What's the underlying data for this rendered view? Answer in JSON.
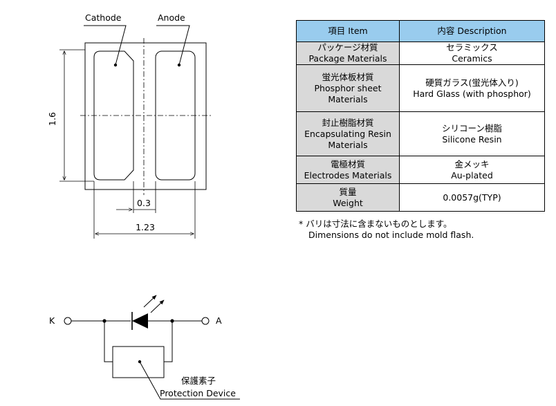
{
  "package_drawing": {
    "labels": {
      "cathode": "Cathode",
      "anode": "Anode"
    },
    "dimensions": {
      "height": "1.6",
      "gap": "0.3",
      "width": "1.23"
    }
  },
  "spec_table": {
    "header": {
      "item": "項目 Item",
      "description": "内容 Description"
    },
    "rows": [
      {
        "item_ja": "パッケージ材質",
        "item_en": "Package Materials",
        "desc_ja": "セラミックス",
        "desc_en": "Ceramics"
      },
      {
        "item_ja": "蛍光体板材質",
        "item_en": "Phosphor sheet",
        "item_en2": "Materials",
        "desc_ja": "硬質ガラス(蛍光体入り)",
        "desc_en": "Hard Glass (with phosphor)"
      },
      {
        "item_ja": "封止樹脂材質",
        "item_en": "Encapsulating Resin",
        "item_en2": "Materials",
        "desc_ja": "シリコーン樹脂",
        "desc_en": "Silicone Resin"
      },
      {
        "item_ja": "電極材質",
        "item_en": "Electrodes Materials",
        "desc_ja": "金メッキ",
        "desc_en": "Au-plated"
      },
      {
        "item_ja": "質量",
        "item_en": "Weight",
        "desc": "0.0057g(TYP)"
      }
    ]
  },
  "note": {
    "ja": "* バリは寸法に含まないものとします。",
    "en": "Dimensions do not include mold flash."
  },
  "circuit": {
    "k_label": "K",
    "a_label": "A",
    "protection_ja": "保護素子",
    "protection_en": "Protection Device"
  }
}
